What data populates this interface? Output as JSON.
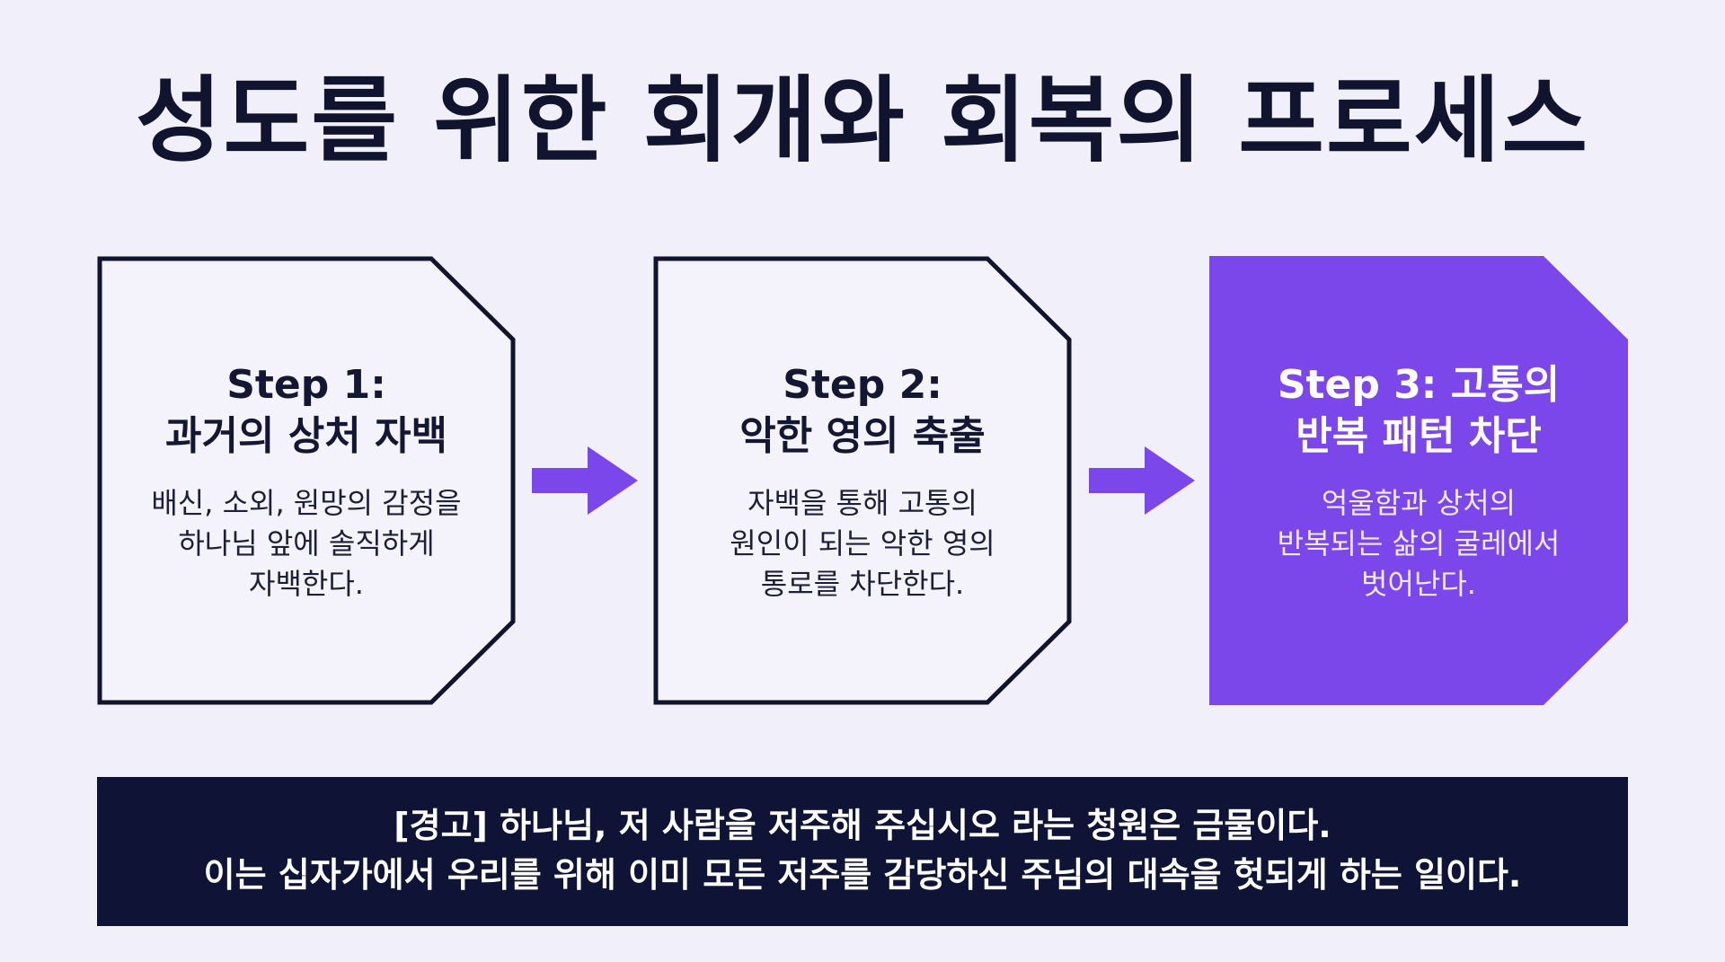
{
  "title": "성도를 위한 회개와 회복의 프로세스",
  "steps": [
    {
      "title": "Step 1:\n과거의 상처 자백",
      "description": "배신, 소외, 원망의 감정을\n하나님 앞에 솔직하게\n자백한다."
    },
    {
      "title": "Step 2:\n악한 영의 축출",
      "description": "자백을 통해 고통의\n원인이 되는 악한 영의\n통로를 차단한다."
    },
    {
      "title": "Step 3: 고통의\n반복 패턴 차단",
      "description": "억울함과 상처의\n반복되는 삶의 굴레에서\n벗어난다."
    }
  ],
  "warning": {
    "line1": "[경고] 하나님, 저 사람을 저주해 주십시오 라는 청원은 금물이다.",
    "line2": "이는 십자가에서 우리를 위해 이미 모든 저주를 감당하신 주님의 대속을 헛되게 하는 일이다."
  },
  "colors": {
    "background": "#f1eff9",
    "outline": "#11142e",
    "accent": "#7b47ea",
    "warning_bg": "#0f1336"
  },
  "icons": {
    "connector": "arrow-right-icon"
  }
}
